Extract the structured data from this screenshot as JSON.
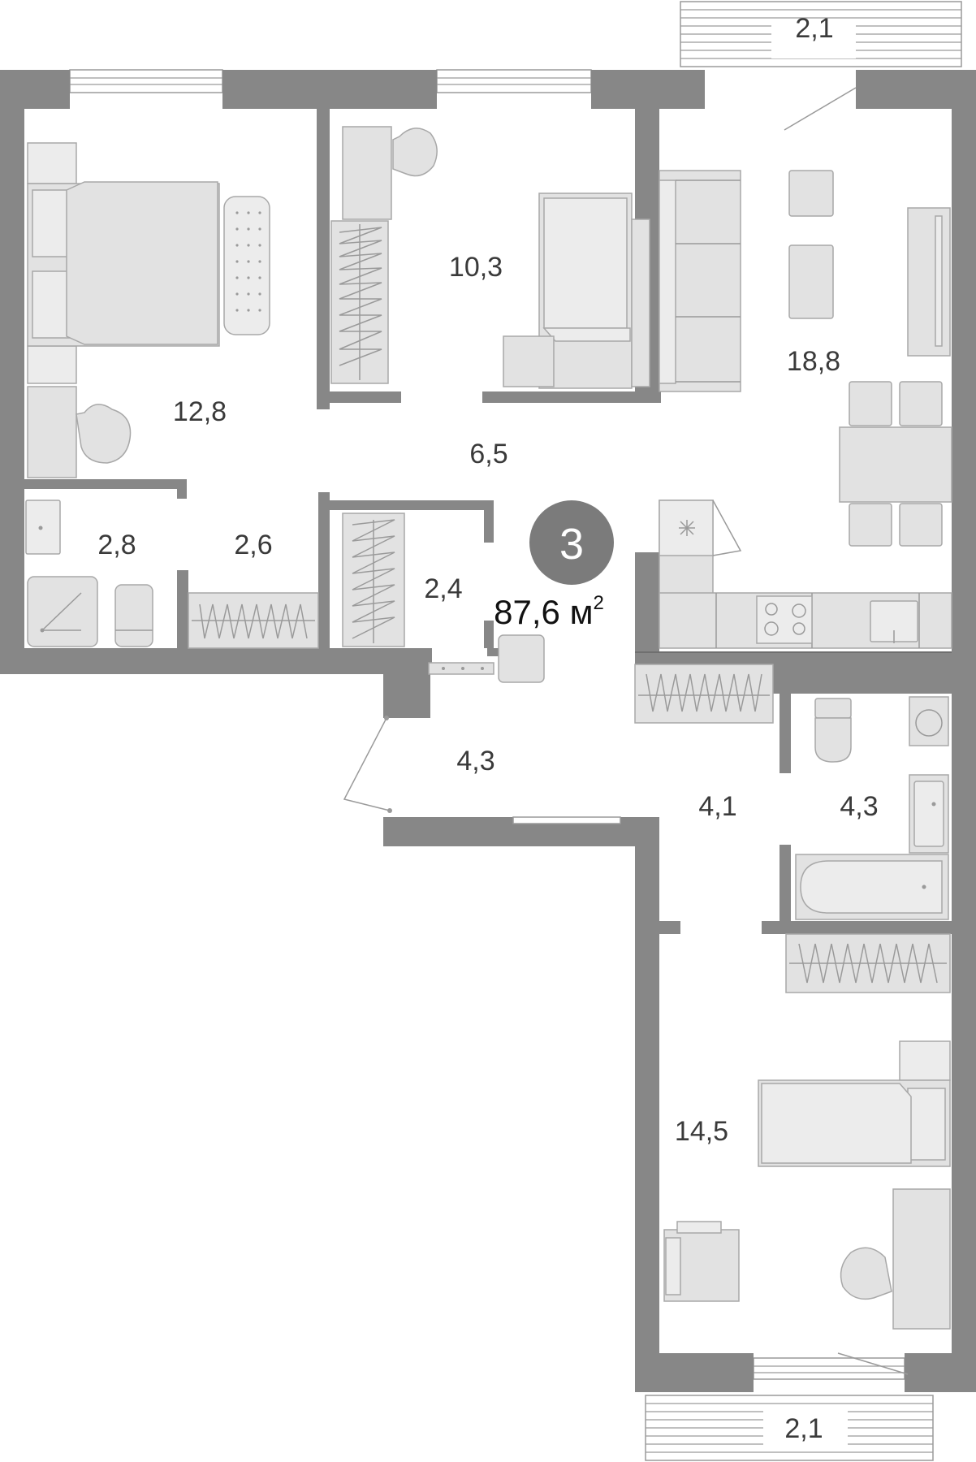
{
  "plan": {
    "rooms_count": "3",
    "total_area_value": "87,6",
    "total_area_unit": "м",
    "total_area_sup": "2"
  },
  "areas": {
    "bedroom_left": "12,8",
    "room_10": "10,3",
    "living_kitchen": "18,8",
    "hall_main": "6,5",
    "bath_left": "2,8",
    "closet_left": "2,6",
    "closet_mid": "2,4",
    "entrance": "4,3",
    "corridor": "4,1",
    "bathroom_right": "4,3",
    "bedroom_bottom": "14,5",
    "balcony_top": "2,1",
    "balcony_bottom": "2,1"
  },
  "colors": {
    "wall": "#878787",
    "furniture": "#e2e2e2",
    "badge": "#7b7b7b"
  }
}
